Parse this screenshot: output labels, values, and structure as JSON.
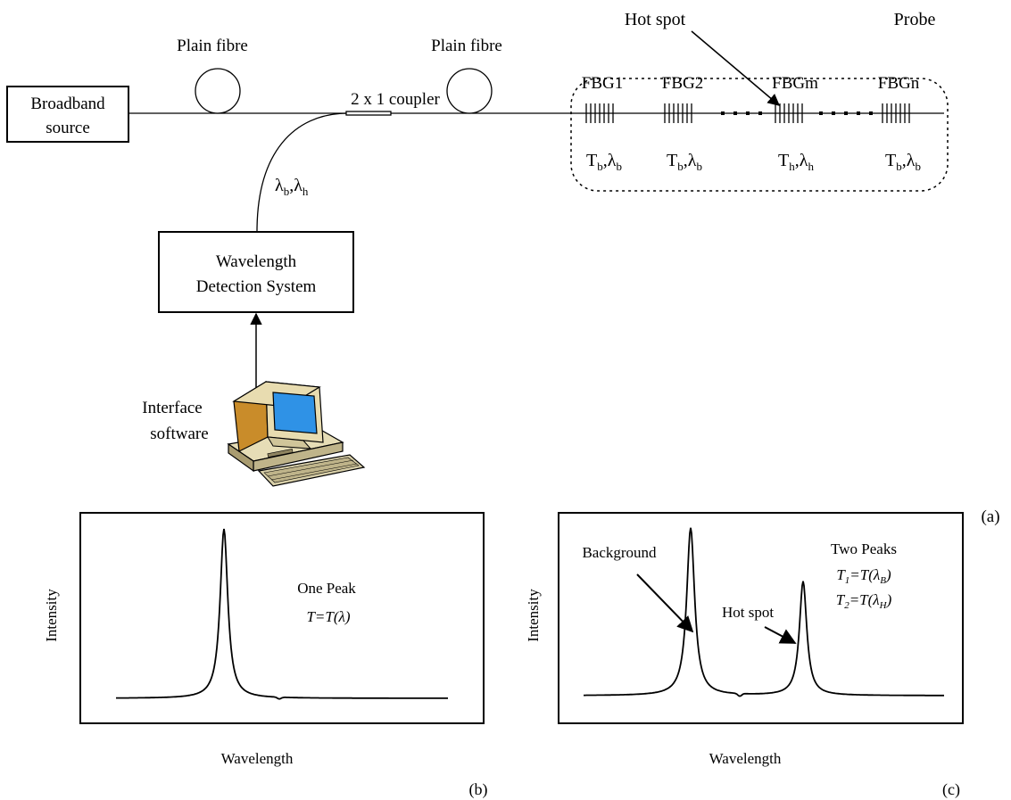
{
  "labels": {
    "source_line1": "Broadband",
    "source_line2": "source",
    "plain_fibre_1": "Plain fibre",
    "plain_fibre_2": "Plain fibre",
    "coupler": "2 x 1 coupler",
    "hot_spot_top": "Hot spot",
    "probe": "Probe",
    "return_lambda": "λb,λh",
    "wds_line1": "Wavelength",
    "wds_line2": "Detection System",
    "interface_line1": "Interface",
    "interface_line2": "software"
  },
  "gratings": [
    {
      "name": "FBG1",
      "T": "T",
      "T_sub": "b",
      "L_sub": "b"
    },
    {
      "name": "FBG2",
      "T": "T",
      "T_sub": "b",
      "L_sub": "b"
    },
    {
      "name": "FBGm",
      "T": "T",
      "T_sub": "h",
      "L_sub": "h"
    },
    {
      "name": "FBGn",
      "T": "T",
      "T_sub": "b",
      "L_sub": "b"
    }
  ],
  "panel_b": {
    "caption": "(b)",
    "ylabel": "Intensity",
    "xlabel": "Wavelength",
    "peak_label": "One Peak",
    "formula": "T=T(λ)"
  },
  "panel_c": {
    "caption": "(c)",
    "ylabel": "Intensity",
    "xlabel": "Wavelength",
    "title": "Two Peaks",
    "formula1": "T1=T(λB)",
    "formula2": "T2=T(λH)",
    "background_label": "Background",
    "hotspot_label": "Hot spot"
  },
  "caption_a": "(a)"
}
